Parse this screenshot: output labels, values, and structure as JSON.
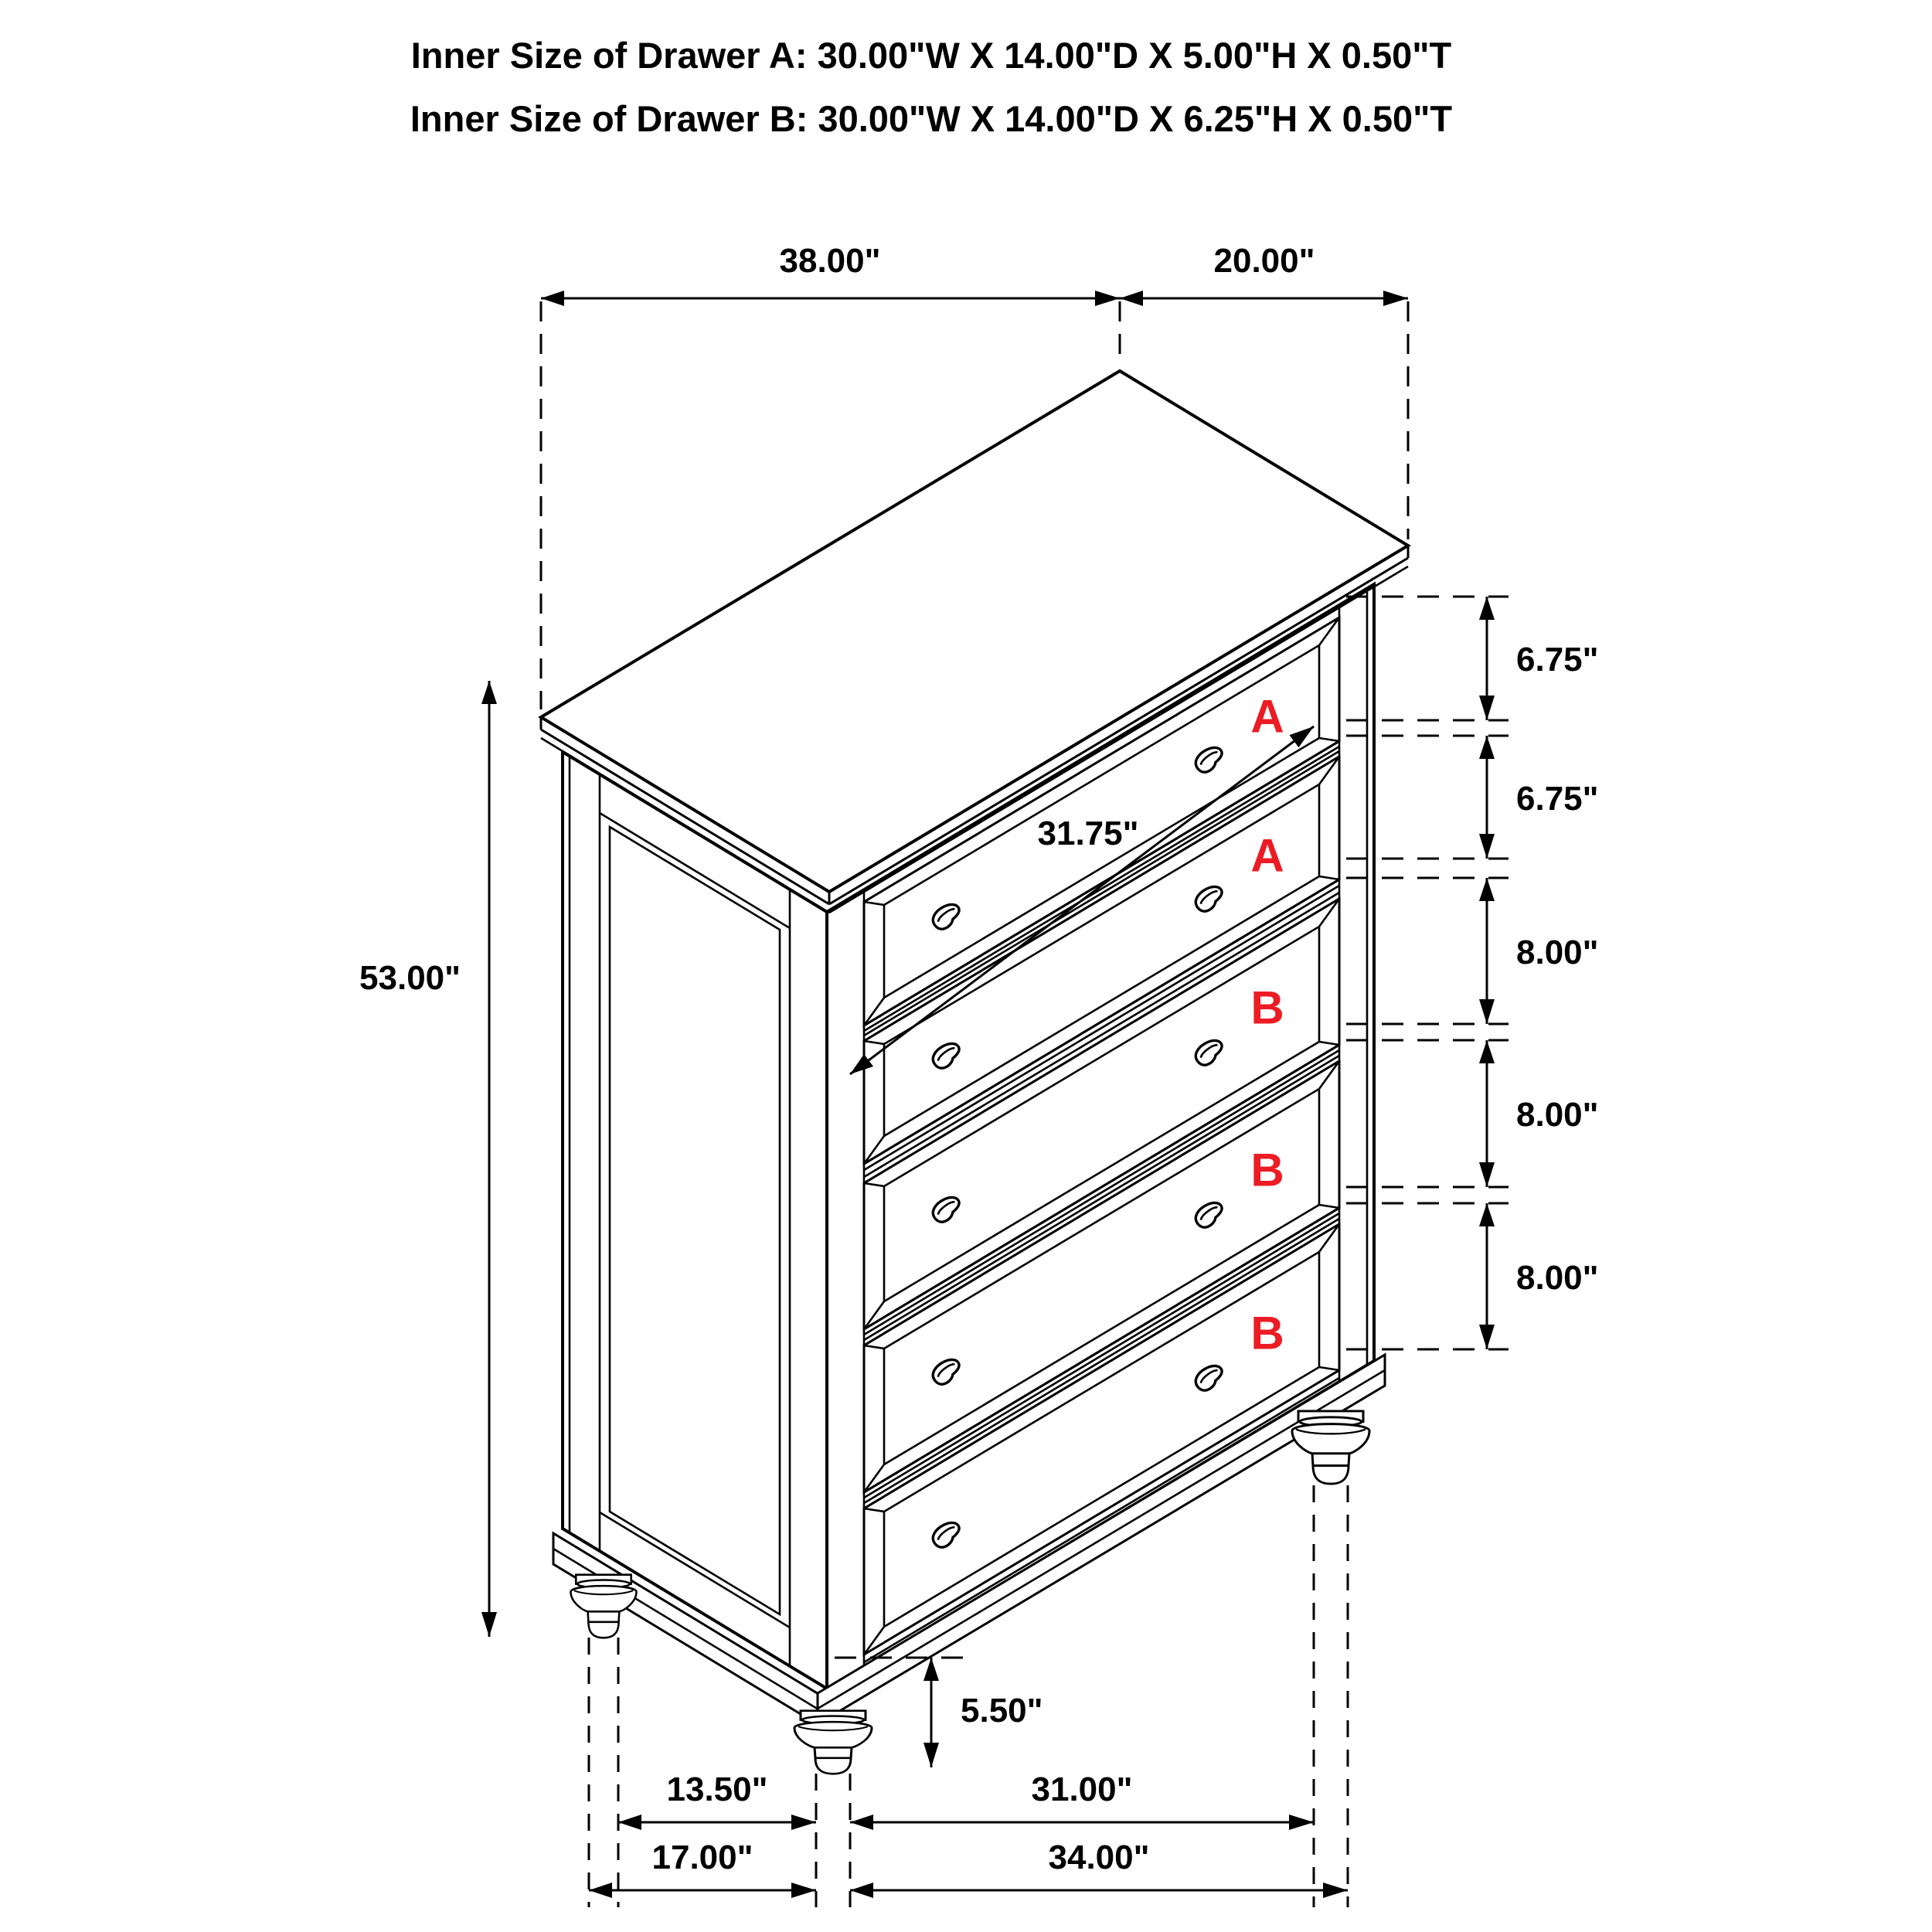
{
  "title": {
    "line_a": "Inner Size of Drawer A: 30.00\"W X 14.00\"D X 5.00\"H X 0.50\"T",
    "line_b": "Inner Size of Drawer B: 30.00\"W X 14.00\"D X 6.25\"H X 0.50\"T"
  },
  "dimensions": {
    "width_top": "38.00\"",
    "depth_top": "20.00\"",
    "height": "53.00\"",
    "drawer_heights": [
      "6.75\"",
      "6.75\"",
      "8.00\"",
      "8.00\"",
      "8.00\""
    ],
    "drawer_diagonal": "31.75\"",
    "leg_height": "5.50\"",
    "leg_spacing_depth": "13.50\"",
    "leg_spacing_width": "31.00\"",
    "base_depth": "17.00\"",
    "base_width": "34.00\""
  },
  "drawers": {
    "labels": [
      "A",
      "A",
      "B",
      "B",
      "B"
    ]
  },
  "colors": {
    "line": "#000000",
    "drawer_label": "#ec1c24",
    "background": "#ffffff"
  }
}
